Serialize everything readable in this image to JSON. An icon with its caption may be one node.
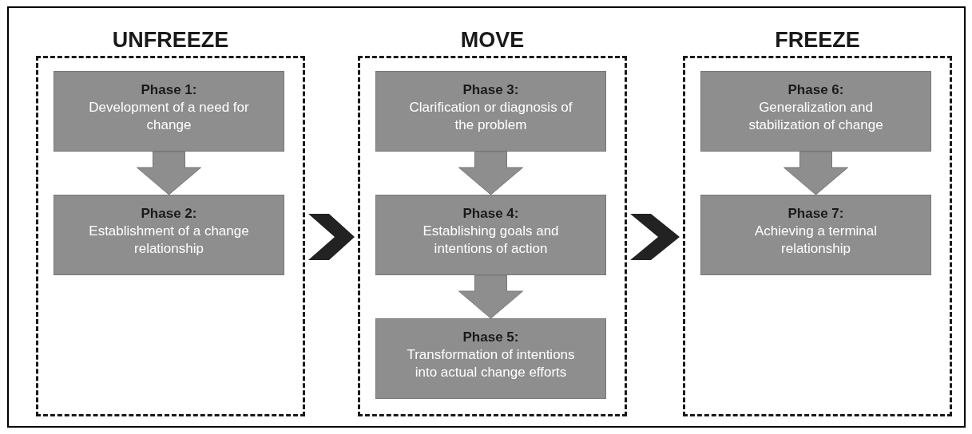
{
  "diagram": {
    "nodes": [
      {
        "text": [
          "UNFREEZE"
        ]
      },
      {
        "text": [
          "Phase 1:",
          "Development of a need for change"
        ],
        "in": 0
      },
      {
        "text": [
          "Phase 2:",
          "Establishment of a change relationship"
        ],
        "in": 0
      },
      {
        "text": [
          "MOVE"
        ]
      },
      {
        "text": [
          "Phase 3:",
          "Clarification or diagnosis of the problem"
        ],
        "in": 3
      },
      {
        "text": [
          "Phase 4:",
          "Establishing goals and intentions of action"
        ],
        "in": 3
      },
      {
        "text": [
          "Phase 5:",
          "Transformation of intentions into actual change efforts"
        ],
        "in": 3
      },
      {
        "text": [
          "FREEZE"
        ]
      },
      {
        "text": [
          "Phase 6:",
          "Generalization and stabilization of change"
        ],
        "in": 7
      },
      {
        "text": [
          "Phase 7:",
          "Achieving a terminal relationship"
        ],
        "in": 7
      }
    ],
    "edges": [
      {
        "from": 1,
        "to": 2,
        "arrow": "to"
      },
      {
        "from": 0,
        "to": 3,
        "arrow": "to"
      },
      {
        "from": 4,
        "to": 5,
        "arrow": "to"
      },
      {
        "from": 5,
        "to": 6,
        "arrow": "to"
      },
      {
        "from": 3,
        "to": 7,
        "arrow": "to"
      },
      {
        "from": 8,
        "to": 9,
        "arrow": "to"
      }
    ]
  }
}
